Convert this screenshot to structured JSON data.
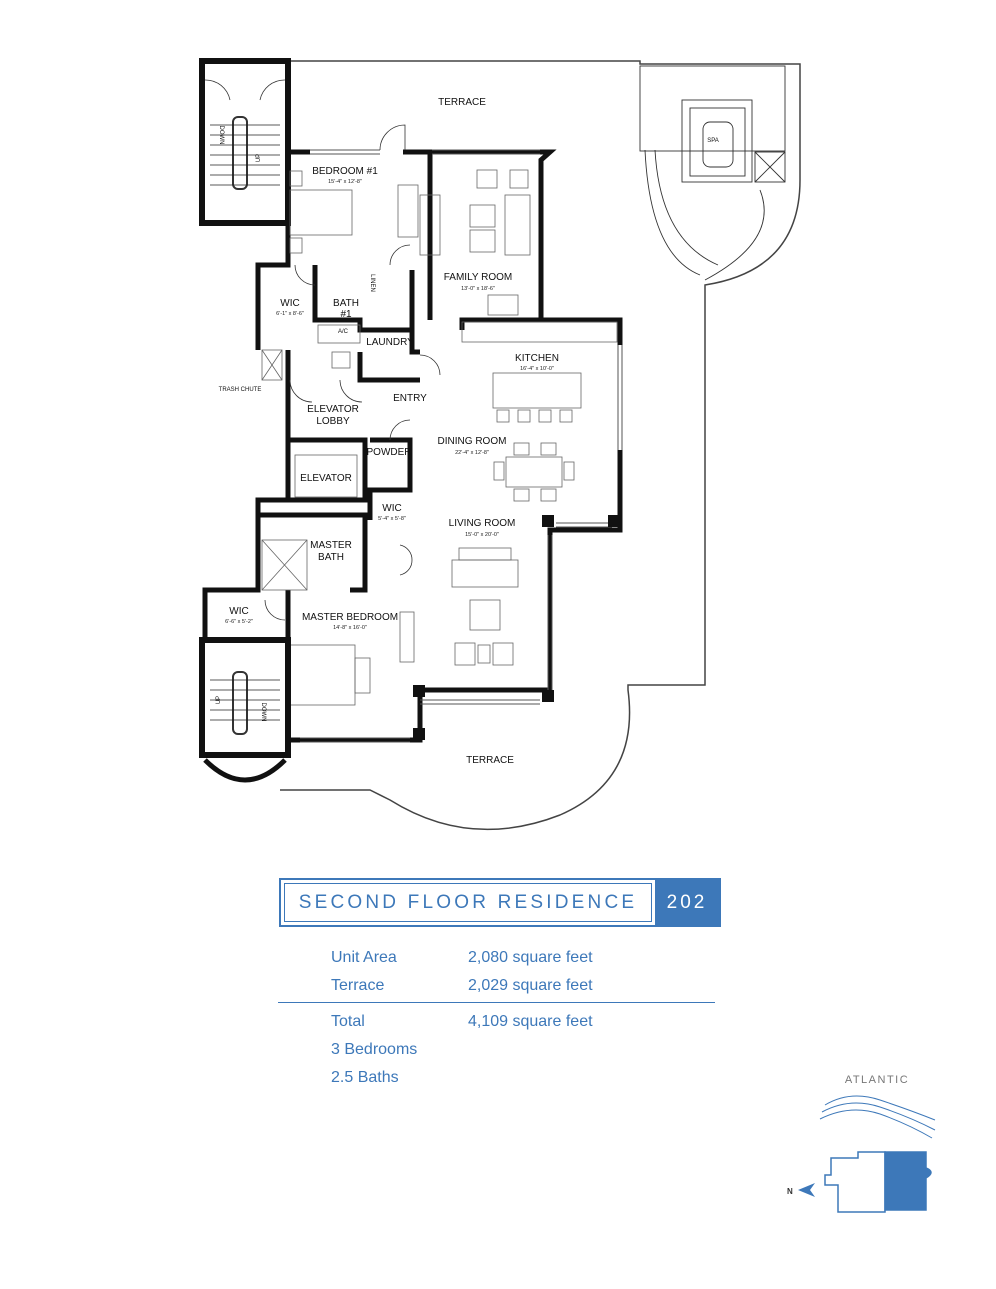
{
  "plan": {
    "rooms": [
      {
        "name": "TERRACE",
        "dims": ""
      },
      {
        "name": "BEDROOM #1",
        "dims": "15'-4\" x 12'-8\""
      },
      {
        "name": "FAMILY ROOM",
        "dims": "13'-0\" x 18'-6\""
      },
      {
        "name": "WIC",
        "dims": "6'-1\" x 8'-6\""
      },
      {
        "name": "BATH",
        "dims": "#1"
      },
      {
        "name": "LAUNDRY",
        "dims": ""
      },
      {
        "name": "KITCHEN",
        "dims": "16'-4\" x 10'-0\""
      },
      {
        "name": "ELEVATOR",
        "dims": "LOBBY"
      },
      {
        "name": "ENTRY",
        "dims": ""
      },
      {
        "name": "DINING ROOM",
        "dims": "22'-4\" x 12'-8\""
      },
      {
        "name": "POWDER",
        "dims": ""
      },
      {
        "name": "ELEVATOR",
        "dims": ""
      },
      {
        "name": "WIC",
        "dims": "5'-4\" x 5'-8\""
      },
      {
        "name": "LIVING ROOM",
        "dims": "15'-0\" x 20'-0\""
      },
      {
        "name": "MASTER",
        "dims": "BATH"
      },
      {
        "name": "WIC",
        "dims": "6'-6\" x 5'-2\""
      },
      {
        "name": "MASTER BEDROOM",
        "dims": "14'-8\" x 16'-0\""
      },
      {
        "name": "TERRACE",
        "dims": ""
      }
    ],
    "small_labels": {
      "spa": "SPA",
      "linen": "LINEN",
      "ac": "A/C",
      "trash_chute": "TRASH CHUTE",
      "down": "DOWN",
      "up": "UP"
    }
  },
  "title": {
    "residence": "SECOND FLOOR RESIDENCE",
    "unit_number": "202"
  },
  "stats": {
    "unit_area_label": "Unit Area",
    "unit_area_value": "2,080 square feet",
    "terrace_label": "Terrace",
    "terrace_value": "2,029 square feet",
    "total_label": "Total",
    "total_value": "4,109 square feet",
    "bedrooms": "3 Bedrooms",
    "baths": "2.5 Baths"
  },
  "keymap": {
    "ocean_label": "ATLANTIC",
    "north_label": "N",
    "accent_color": "#3d78b9"
  }
}
